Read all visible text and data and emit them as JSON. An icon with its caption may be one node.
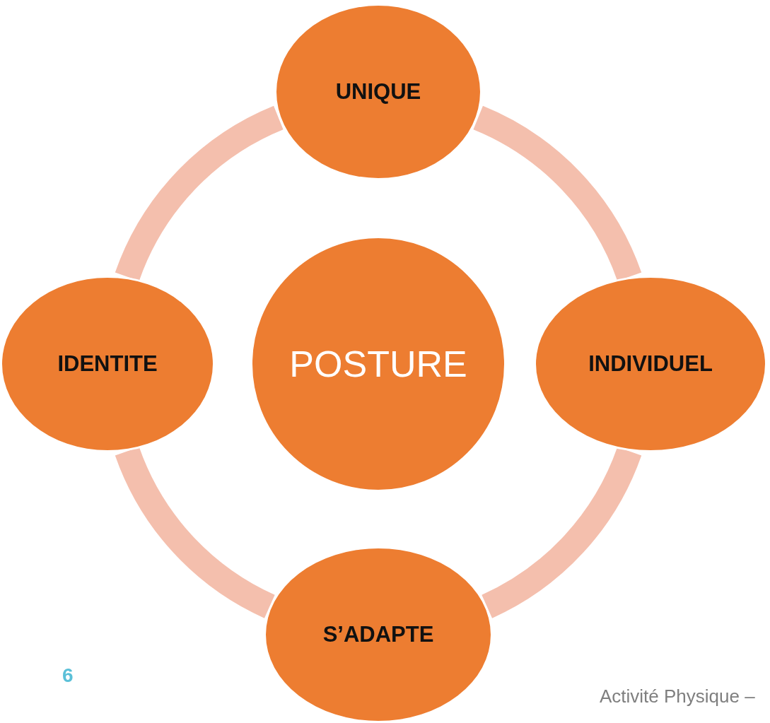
{
  "diagram": {
    "nodes": [
      {
        "text": [
          "UNIQUE"
        ]
      },
      {
        "text": [
          "IDENTITE"
        ]
      },
      {
        "text": [
          "POSTURE"
        ]
      },
      {
        "text": [
          "INDIVIDUEL"
        ]
      },
      {
        "text": [
          "S’ADAPTE"
        ]
      }
    ],
    "edges": [
      {
        "from": 0,
        "to": 3,
        "arrow": "none"
      },
      {
        "from": 3,
        "to": 4,
        "arrow": "none"
      },
      {
        "from": 4,
        "to": 1,
        "arrow": "none"
      },
      {
        "from": 1,
        "to": 0,
        "arrow": "none"
      }
    ],
    "labels": [
      "6",
      "Activité Physique –"
    ]
  }
}
